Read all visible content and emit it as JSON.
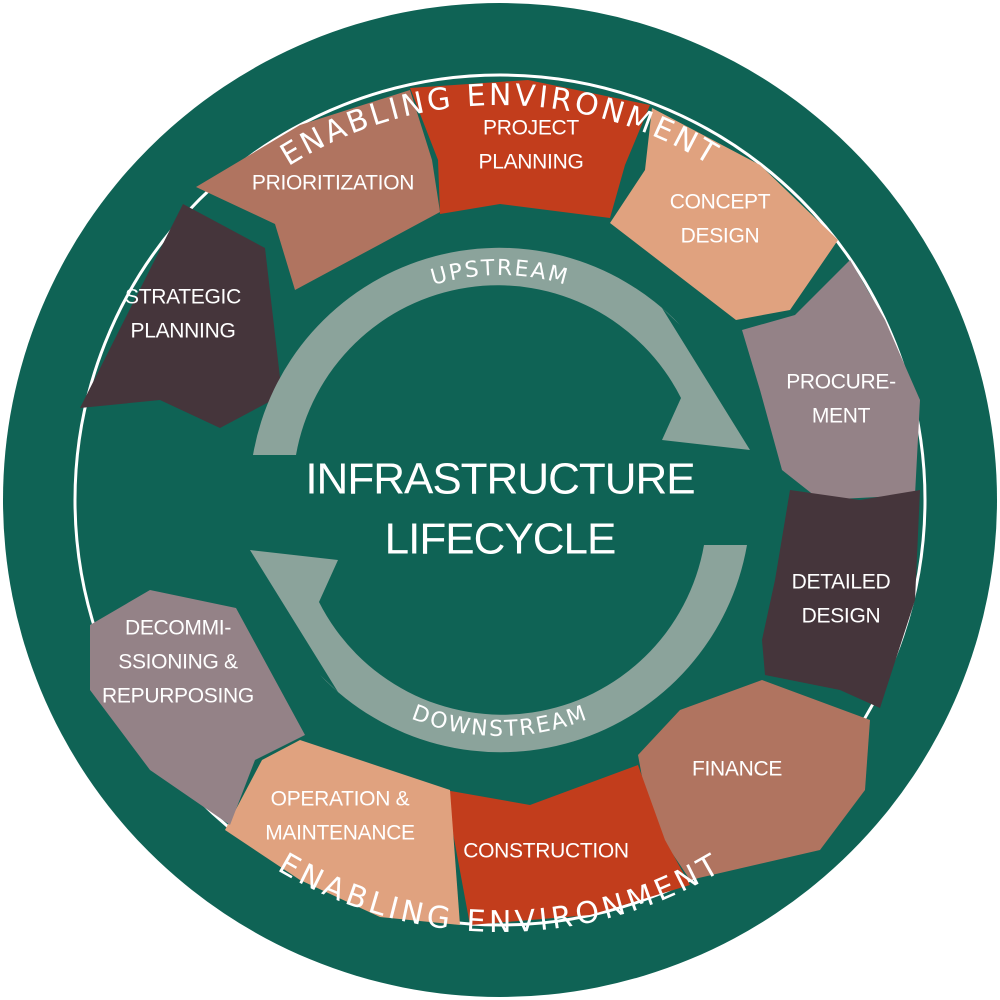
{
  "title": {
    "line1": "INFRASTRUCTURE",
    "line2": "LIFECYCLE"
  },
  "ring_labels": {
    "top": "ENABLING ENVIRONMENT",
    "bottom": "ENABLING ENVIRONMENT"
  },
  "flow_labels": {
    "upstream": "UPSTREAM",
    "downstream": "DOWNSTREAM"
  },
  "colors": {
    "ring": "#0f6355",
    "arrow": "#8ba39b",
    "dark_plum": "#45353b",
    "brown": "#b07460",
    "rust": "#c23d1c",
    "peach": "#e0a27f",
    "mauve": "#948287"
  },
  "stages": [
    {
      "id": "strategic-planning",
      "lines": [
        "STRATEGIC",
        "PLANNING"
      ],
      "color": "dark_plum"
    },
    {
      "id": "prioritization",
      "lines": [
        "PRIORITIZATION"
      ],
      "color": "brown"
    },
    {
      "id": "project-planning",
      "lines": [
        "PROJECT",
        "PLANNING"
      ],
      "color": "rust"
    },
    {
      "id": "concept-design",
      "lines": [
        "CONCEPT",
        "DESIGN"
      ],
      "color": "peach"
    },
    {
      "id": "procurement",
      "lines": [
        "PROCURE-",
        "MENT"
      ],
      "color": "mauve"
    },
    {
      "id": "detailed-design",
      "lines": [
        "DETAILED",
        "DESIGN"
      ],
      "color": "dark_plum"
    },
    {
      "id": "finance",
      "lines": [
        "FINANCE"
      ],
      "color": "brown"
    },
    {
      "id": "construction",
      "lines": [
        "CONSTRUCTION"
      ],
      "color": "rust"
    },
    {
      "id": "operation-maintenance",
      "lines": [
        "OPERATION &",
        "MAINTENANCE"
      ],
      "color": "peach"
    },
    {
      "id": "decommissioning",
      "lines": [
        "DECOMMI-",
        "SSIONING &",
        "REPURPOSING"
      ],
      "color": "mauve"
    }
  ]
}
